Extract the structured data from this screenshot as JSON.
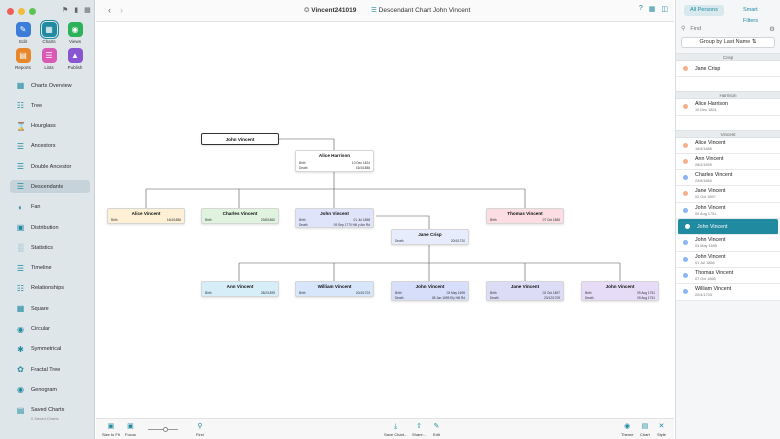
{
  "window": {
    "document_title": "Vincent241019",
    "chart_title": "Descendant Chart John Vincent"
  },
  "sidebar": {
    "tools": [
      {
        "label": "Edit",
        "icon": "edit-icon",
        "color": "#3b7dd8"
      },
      {
        "label": "Charts",
        "icon": "charts-icon",
        "color": "#1f8aa0",
        "active": true
      },
      {
        "label": "Views",
        "icon": "eye-icon",
        "color": "#2db15a"
      },
      {
        "label": "Reports",
        "icon": "reports-icon",
        "color": "#e8862a"
      },
      {
        "label": "Lists",
        "icon": "lists-icon",
        "color": "#d85ab5"
      },
      {
        "label": "Publish",
        "icon": "publish-icon",
        "color": "#8a55d0"
      }
    ],
    "nav": [
      {
        "label": "Charts Overview",
        "icon": "charts-overview-icon"
      },
      {
        "label": "Tree",
        "icon": "tree-icon"
      },
      {
        "label": "Hourglass",
        "icon": "hourglass-icon"
      },
      {
        "label": "Ancestors",
        "icon": "ancestors-icon"
      },
      {
        "label": "Double Ancestor",
        "icon": "double-ancestor-icon"
      },
      {
        "label": "Descendants",
        "icon": "descendants-icon",
        "active": true
      },
      {
        "label": "Fan",
        "icon": "fan-icon"
      },
      {
        "label": "Distribution",
        "icon": "distribution-icon"
      },
      {
        "label": "Statistics",
        "icon": "statistics-icon"
      },
      {
        "label": "Timeline",
        "icon": "timeline-icon"
      },
      {
        "label": "Relationships",
        "icon": "relationships-icon"
      },
      {
        "label": "Square",
        "icon": "square-icon"
      },
      {
        "label": "Circular",
        "icon": "circular-icon"
      },
      {
        "label": "Symmetrical",
        "icon": "symmetrical-icon"
      },
      {
        "label": "Fractal Tree",
        "icon": "fractal-tree-icon"
      },
      {
        "label": "Genogram",
        "icon": "genogram-icon"
      },
      {
        "label": "Saved Charts",
        "icon": "saved-charts-icon",
        "sub": "0 Saved Charts"
      }
    ]
  },
  "chart": {
    "root": {
      "name": "John Vincent"
    },
    "spouse": {
      "name": "Alice Harrison",
      "birth_label": "Birth",
      "birth": "10 Dec 1824",
      "death_label": "Death",
      "death": "16/4/1886",
      "color": "#ffffff"
    },
    "children": [
      {
        "name": "Alice Vincent",
        "birth_label": "Birth",
        "birth": "16/4/1886",
        "color": "#fdf0d4"
      },
      {
        "name": "Charles Vincent",
        "birth_label": "Birth",
        "birth": "23/8/1860",
        "color": "#dff3df"
      },
      {
        "name": "John Vincent",
        "birth_label": "Birth",
        "birth": "01 Jul 1858",
        "death_label": "Death",
        "death": "09 Sep 1770 Hill y Am Rd",
        "color": "#dfe4fa"
      },
      {
        "name": "Thomas Vincent",
        "birth_label": "Birth",
        "birth": "07 Oct 1865",
        "color": "#fbdde3"
      }
    ],
    "child_spouse": {
      "name": "Jane Crisp",
      "death_label": "Death",
      "death": "20/4/1720",
      "color": "#e6ecfb"
    },
    "grandchildren": [
      {
        "name": "Ann Vincent",
        "birth_label": "Birth",
        "birth": "28/2/1899",
        "color": "#d6eef8"
      },
      {
        "name": "William Vincent",
        "birth_label": "Birth",
        "birth": "20/4/1703",
        "color": "#d7e6fb"
      },
      {
        "name": "John Vincent",
        "birth_label": "Birth",
        "birth": "03 May 1695",
        "death_label": "Death",
        "death": "08 Jan 1695 Ely Hill Rd",
        "color": "#d6def9"
      },
      {
        "name": "Jane Vincent",
        "birth_label": "Birth",
        "birth": "02 Oct 1897",
        "death_label": "Death",
        "death": "20/12/1709",
        "color": "#dcdcf7"
      },
      {
        "name": "John Vincent",
        "birth_label": "Birth",
        "birth": "09 Aug 1751",
        "death_label": "Death",
        "death": "09 Aug 1751",
        "color": "#e6dcf7"
      }
    ]
  },
  "bottombar": {
    "size_to_fit": "Size to Fit",
    "focus": "Focus",
    "find": "Find",
    "save_chart": "Save Chart...",
    "share": "Share...",
    "edit": "Edit",
    "theme": "Theme",
    "chart": "Chart",
    "style": "Style"
  },
  "rpanel": {
    "tab_all": "All Persons",
    "tab_smart": "Smart Filters",
    "search_placeholder": "Find",
    "group_by": "Group by Last Name",
    "groups": [
      {
        "name": "Crisp",
        "persons": [
          {
            "name": "Jane Crisp",
            "date": "",
            "dot": "#f5b08a"
          }
        ]
      },
      {
        "name": "Harrison",
        "persons": [
          {
            "name": "Alice Harrison",
            "date": "10 Dec 1824",
            "dot": "#f5b08a"
          }
        ]
      },
      {
        "name": "Vincent",
        "persons": [
          {
            "name": "Alice Vincent",
            "date": "16/4/1886",
            "dot": "#f5b08a"
          },
          {
            "name": "Ann Vincent",
            "date": "28/2/1899",
            "dot": "#f5b08a"
          },
          {
            "name": "Charles Vincent",
            "date": "23/8/1860",
            "dot": "#8ab4f5"
          },
          {
            "name": "Jane Vincent",
            "date": "02 Oct 1897",
            "dot": "#f5b08a"
          },
          {
            "name": "John Vincent",
            "date": "09 Aug 1751",
            "dot": "#8ab4f5"
          },
          {
            "name": "John Vincent",
            "date": "",
            "dot": "#8ab4f5",
            "selected": true
          },
          {
            "name": "John Vincent",
            "date": "03 May 1695",
            "dot": "#8ab4f5"
          },
          {
            "name": "John Vincent",
            "date": "01 Jul 1858",
            "dot": "#8ab4f5"
          },
          {
            "name": "Thomas Vincent",
            "date": "07 Oct 1865",
            "dot": "#8ab4f5"
          },
          {
            "name": "William Vincent",
            "date": "20/4/1703",
            "dot": "#8ab4f5"
          }
        ]
      }
    ]
  }
}
